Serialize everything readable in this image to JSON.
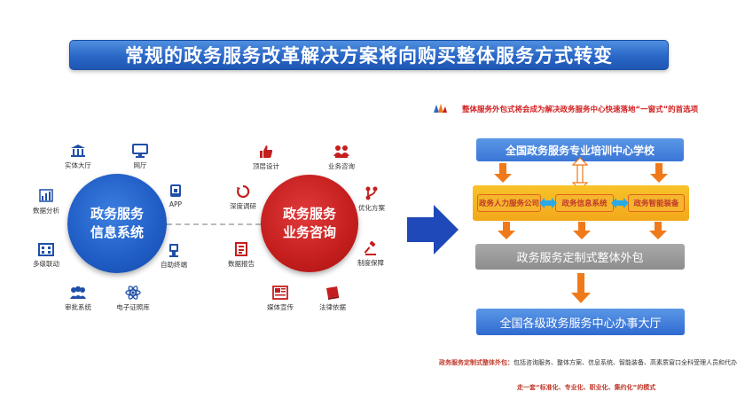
{
  "title": "常规的政务服务改革解决方案将向购买整体服务方式转变",
  "left": {
    "blue_circle": [
      "政务服务",
      "信息系统"
    ],
    "red_circle": [
      "政务服务",
      "业务咨询"
    ],
    "blue_nodes": [
      {
        "label": "实体大厅",
        "icon": "building-icon"
      },
      {
        "label": "网厅",
        "icon": "monitor-icon"
      },
      {
        "label": "APP",
        "icon": "mobile-app-icon"
      },
      {
        "label": "数据分析",
        "icon": "bar-chart-icon"
      },
      {
        "label": "多级联动",
        "icon": "grid-building-icon"
      },
      {
        "label": "自助终端",
        "icon": "kiosk-icon"
      },
      {
        "label": "审批系统",
        "icon": "people-group-icon"
      },
      {
        "label": "电子证照库",
        "icon": "atom-icon"
      }
    ],
    "red_nodes": [
      {
        "label": "顶层设计",
        "icon": "thumbs-up-icon"
      },
      {
        "label": "业务咨询",
        "icon": "consult-group-icon"
      },
      {
        "label": "深度调研",
        "icon": "research-cycle-icon"
      },
      {
        "label": "优化方案",
        "icon": "branch-icon"
      },
      {
        "label": "数据报告",
        "icon": "report-icon"
      },
      {
        "label": "制度保障",
        "icon": "gavel-icon"
      },
      {
        "label": "媒体宣传",
        "icon": "newspaper-icon"
      },
      {
        "label": "法律依据",
        "icon": "law-book-icon"
      }
    ]
  },
  "right": {
    "header": "整体服务外包式将会成为解决政务服务中心快速落地“一窗式”的首选项",
    "school": "全国政务服务专业培训中心学校",
    "pills": [
      "政务人力服务公司",
      "政务信息系统",
      "政务智能装备"
    ],
    "outsourcing": "政务服务定制式整体外包",
    "hall": "全国各级政务服务中心办事大厅",
    "note_bold": "政务服务定制式整体外包：",
    "note_rest": "包括咨询服务、整体方案、信息系统、智能装备、高素质窗口全科受理人员和代办队伍",
    "footer": "走一套“标准化、专业化、职业化、集约化”的模式"
  },
  "colors": {
    "blue": "#1f5cc4",
    "red": "#c41e1e",
    "orange": "#f2a81a",
    "arrow_orange": "#f07a1a",
    "gray": "#8d8d8d"
  }
}
